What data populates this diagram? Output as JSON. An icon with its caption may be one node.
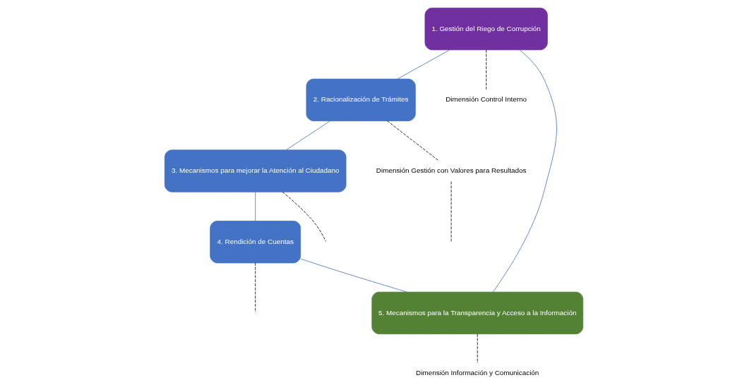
{
  "diagram": {
    "nodes": [
      {
        "text": [
          "1. Gestión del Riego de Corrupción"
        ]
      },
      {
        "text": [
          "2. Racionalización de Trámites"
        ]
      },
      {
        "text": [
          "3. Mecanismos para mejorar la Atención al Ciudadano"
        ]
      },
      {
        "text": [
          "4. Rendición de Cuentas"
        ]
      },
      {
        "text": [
          "5. Mecanismos para la Transparencia y Acceso a la Información"
        ]
      },
      {
        "text": [
          "Dimensión Control Interno"
        ]
      },
      {
        "text": [
          "Dimensión Información y Comunicación"
        ]
      },
      {
        "text": [
          "Dimensión Gestión con Valores para Resultados"
        ]
      }
    ],
    "edges": [
      {
        "from": 0,
        "to": 1,
        "arrow": "none",
        "color": "#4472c4"
      },
      {
        "from": 1,
        "to": 2,
        "arrow": "none",
        "color": "#4472c4"
      },
      {
        "from": 2,
        "to": 3,
        "arrow": "none",
        "color": "#4472c4"
      },
      {
        "from": 3,
        "to": 4,
        "arrow": "none",
        "color": "#4472c4"
      },
      {
        "from": 4,
        "to": 0,
        "arrow": "none",
        "color": "#4472c4"
      },
      {
        "from": 0,
        "to": 5,
        "arrow": "none",
        "style": "dashed"
      },
      {
        "from": 4,
        "to": 6,
        "arrow": "none",
        "style": "dashed"
      },
      {
        "from": 1,
        "to": 7,
        "arrow": "none",
        "style": "dashed"
      },
      {
        "from": 7,
        "to": null,
        "arrow": "none",
        "style": "dashed"
      },
      {
        "from": 3,
        "to": null,
        "arrow": "none",
        "style": "dashed"
      },
      {
        "from": 2,
        "to": null,
        "arrow": "none",
        "style": "dashed"
      }
    ]
  }
}
